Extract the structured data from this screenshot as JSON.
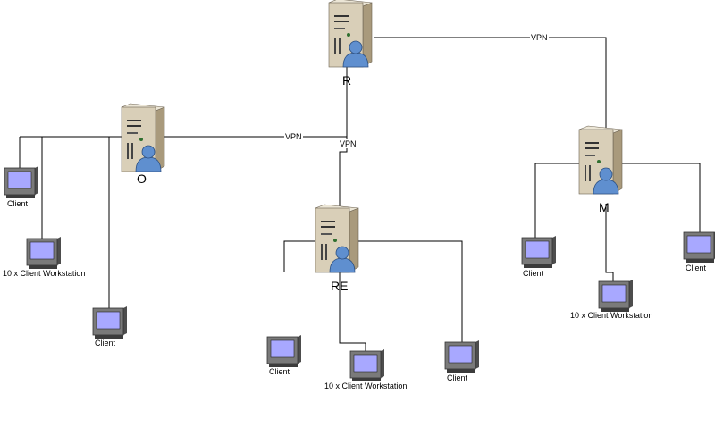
{
  "diagram": {
    "colors": {
      "line": "#000000",
      "server_body": "#d9cfb8",
      "server_shade": "#a99a7c",
      "monitor_screen": "#a8a8ff",
      "monitor_frame": "#7a7a7a",
      "user_icon": "#5f8fcf"
    },
    "servers": {
      "r": {
        "label": "R",
        "icon": "server-with-user-icon"
      },
      "o": {
        "label": "O",
        "icon": "server-with-user-icon"
      },
      "re": {
        "label": "RE",
        "icon": "server-with-user-icon"
      },
      "m": {
        "label": "M",
        "icon": "server-with-user-icon"
      }
    },
    "links": {
      "r_m": "VPN",
      "r_o": "VPN",
      "r_re": "VPN"
    },
    "clients": {
      "o1": {
        "label": "Client",
        "icon": "workstation-icon"
      },
      "o2": {
        "label": "10 x Client Workstation",
        "icon": "workstation-icon"
      },
      "o3": {
        "label": "Client",
        "icon": "workstation-icon"
      },
      "re1": {
        "label": "Client",
        "icon": "workstation-icon"
      },
      "re2": {
        "label": "10 x Client Workstation",
        "icon": "workstation-icon"
      },
      "re3": {
        "label": "Client",
        "icon": "workstation-icon"
      },
      "m1": {
        "label": "Client",
        "icon": "workstation-icon"
      },
      "m2": {
        "label": "10 x Client Workstation",
        "icon": "workstation-icon"
      },
      "m3": {
        "label": "Client",
        "icon": "workstation-icon"
      }
    }
  }
}
